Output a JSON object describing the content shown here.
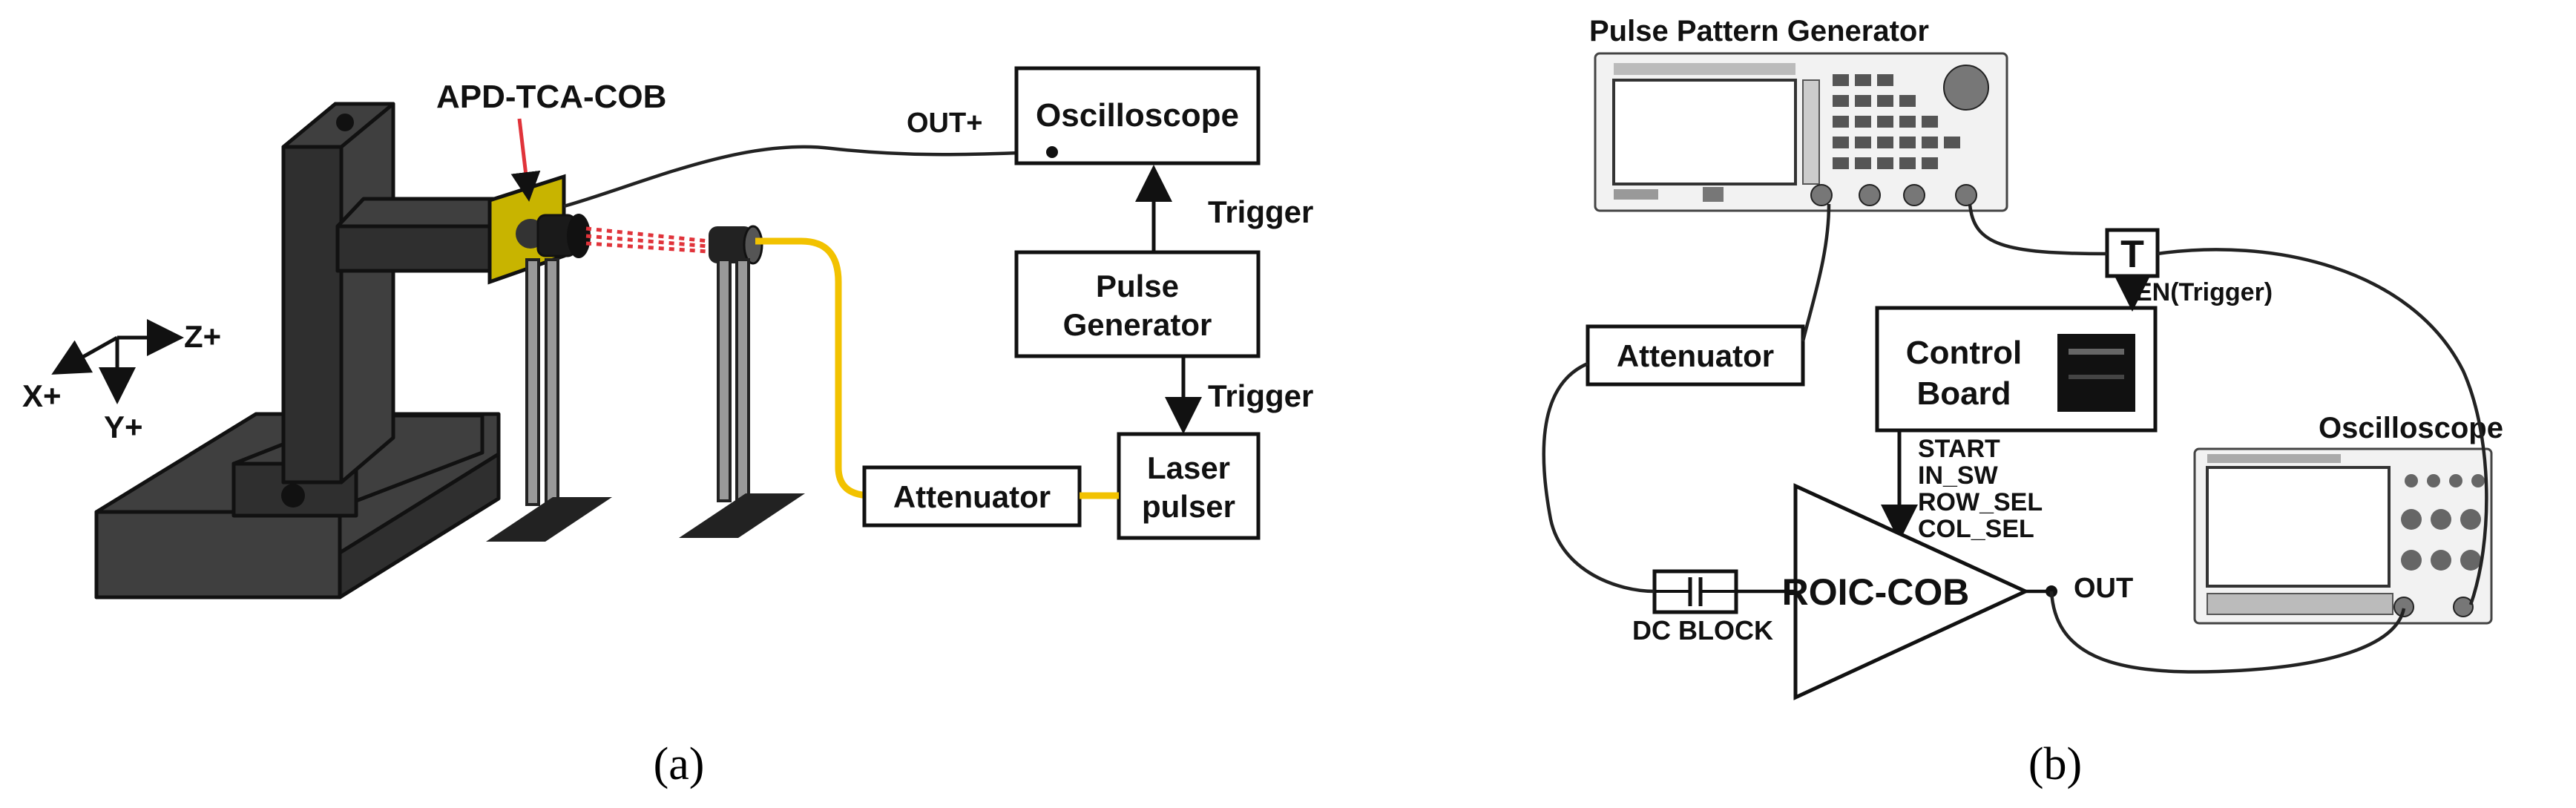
{
  "panel_a": {
    "device_label": "APD-TCA-COB",
    "oscilloscope": "Oscilloscope",
    "out_label": "OUT+",
    "trigger_top": "Trigger",
    "pulse_generator_line1": "Pulse",
    "pulse_generator_line2": "Generator",
    "trigger_bottom": "Trigger",
    "laser_line1": "Laser",
    "laser_line2": "pulser",
    "attenuator": "Attenuator",
    "axis_z": "Z+",
    "axis_x": "X+",
    "axis_y": "Y+",
    "caption": "(a)"
  },
  "panel_b": {
    "ppg_title": "Pulse Pattern Generator",
    "attenuator": "Attenuator",
    "control_line1": "Control",
    "control_line2": "Board",
    "tee_symbol": "T",
    "en_trigger": "EN(Trigger)",
    "signals": [
      "START",
      "IN_SW",
      "ROW_SEL",
      "COL_SEL"
    ],
    "oscilloscope": "Oscilloscope",
    "roic": "ROIC-COB",
    "out_label": "OUT",
    "dc_block": "DC BLOCK",
    "caption": "(b)"
  },
  "colors": {
    "stage": "#3f3f3f",
    "fiber": "#f2c200",
    "laser_beam": "#e0333a",
    "apd_board": "#c8b400"
  }
}
